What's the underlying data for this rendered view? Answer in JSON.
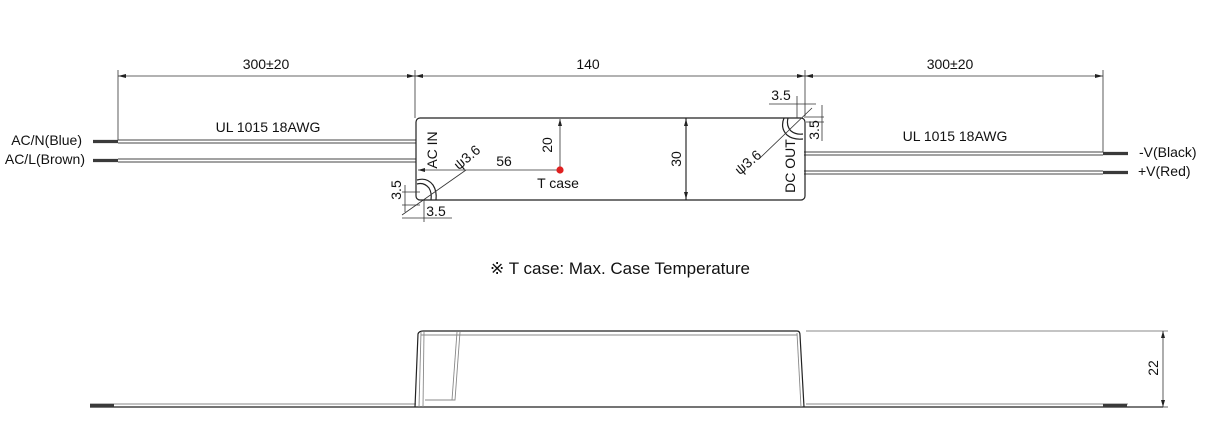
{
  "top_view": {
    "dimensions": {
      "left_lead_length": "300±20",
      "body_length": "140",
      "right_lead_length": "300±20",
      "body_width": "30",
      "tcase_from_top": "20",
      "tcase_from_left": "56",
      "hole_offset_left_vertical": "3.5",
      "hole_offset_left_horizontal": "3.5",
      "hole_offset_right_horizontal": "3.5",
      "hole_offset_right_vertical": "3.5",
      "hole_diameter_left": "ψ3.6",
      "hole_diameter_right": "ψ3.6"
    },
    "input_side": {
      "label": "AC IN",
      "cable_spec": "UL 1015 18AWG",
      "wires": [
        {
          "label": "AC/N(Blue)"
        },
        {
          "label": "AC/L(Brown)"
        }
      ]
    },
    "output_side": {
      "label": "DC OUT",
      "cable_spec": "UL 1015 18AWG",
      "wires": [
        {
          "label": "-V(Black)"
        },
        {
          "label": "+V(Red)"
        }
      ]
    },
    "tcase_marker": {
      "label": "T case",
      "color": "#e02020"
    }
  },
  "note": "※ T case: Max. Case Temperature",
  "side_view": {
    "height_dimension": "22"
  }
}
